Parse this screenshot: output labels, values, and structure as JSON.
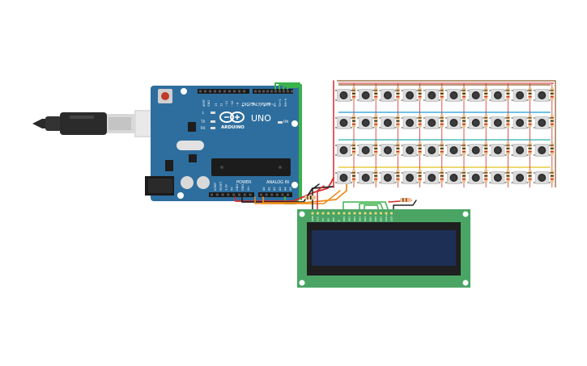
{
  "board": {
    "brand": "ARDUINO",
    "model": "UNO",
    "digital_label": "DIGITAL (PWM~)",
    "power_label": "POWER",
    "analog_label": "ANALOG IN",
    "on_label": "ON",
    "tx_label": "TX",
    "rx_label": "RX",
    "l_label": "L",
    "aref_label": "AREF",
    "gnd_label": "GND",
    "digital_pins": [
      "13",
      "12",
      "~11",
      "~10",
      "~9",
      "8",
      "7",
      "~6",
      "~5",
      "4",
      "~3",
      "2",
      "TX→1",
      "RX←0"
    ],
    "power_pins": [
      "IOREF",
      "RESET",
      "3.3V",
      "5V",
      "GND",
      "GND",
      "Vin"
    ],
    "analog_pins": [
      "A0",
      "A1",
      "A2",
      "A3",
      "A4",
      "A5"
    ],
    "board_color": "#2e6e9e"
  },
  "lcd": {
    "pin_labels": [
      "GND",
      "VCC",
      "V0",
      "RS",
      "RW",
      "E",
      "DB0",
      "DB1",
      "DB2",
      "DB3",
      "DB4",
      "DB5",
      "DB6",
      "DB7",
      "LED+",
      "LED-"
    ],
    "pcb_color": "#4aa564",
    "screen_color": "#1e2f55"
  },
  "keypad": {
    "rows": 4,
    "cols": 10,
    "row_wire_colors": [
      "#8b5a2b",
      "#1f9ad6",
      "#2cb0b0",
      "#e2c21c"
    ]
  },
  "wire_colors": {
    "green": "#3bb24a",
    "red": "#d62a2a",
    "orange": "#ef8a1a",
    "black": "#222222",
    "yellow": "#e2c21c"
  }
}
